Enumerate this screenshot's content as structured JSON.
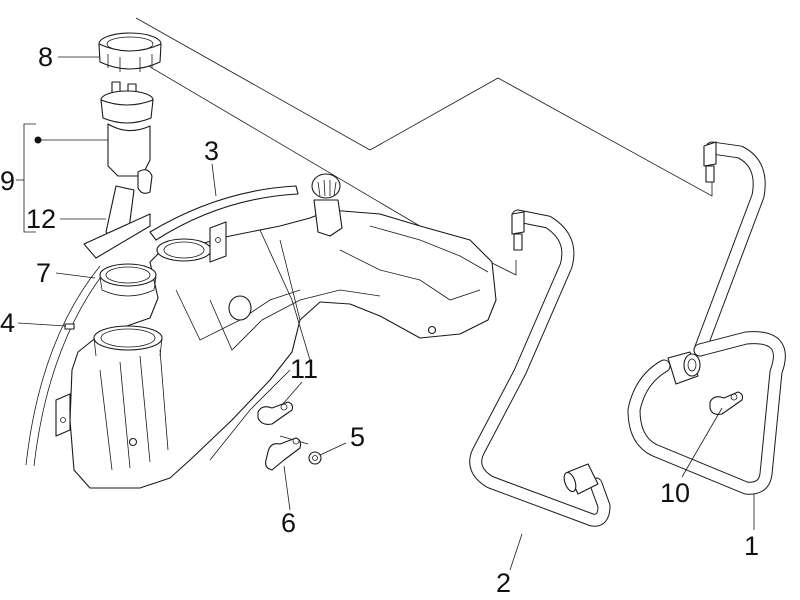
{
  "diagram": {
    "type": "exploded-parts-diagram",
    "subject": "fuel tank assembly",
    "callouts": [
      {
        "id": "1",
        "label": "1"
      },
      {
        "id": "2",
        "label": "2"
      },
      {
        "id": "3",
        "label": "3"
      },
      {
        "id": "4",
        "label": "4"
      },
      {
        "id": "5",
        "label": "5"
      },
      {
        "id": "6",
        "label": "6"
      },
      {
        "id": "7",
        "label": "7"
      },
      {
        "id": "8",
        "label": "8"
      },
      {
        "id": "9",
        "label": "9"
      },
      {
        "id": "10",
        "label": "10"
      },
      {
        "id": "11",
        "label": "11"
      },
      {
        "id": "12",
        "label": "12"
      }
    ],
    "group_bracket": {
      "label": "9",
      "includes_marker": "dot",
      "includes_label": "12"
    },
    "colors": {
      "line": "#1a1a1a",
      "background": "#ffffff",
      "text": "#111111"
    }
  }
}
